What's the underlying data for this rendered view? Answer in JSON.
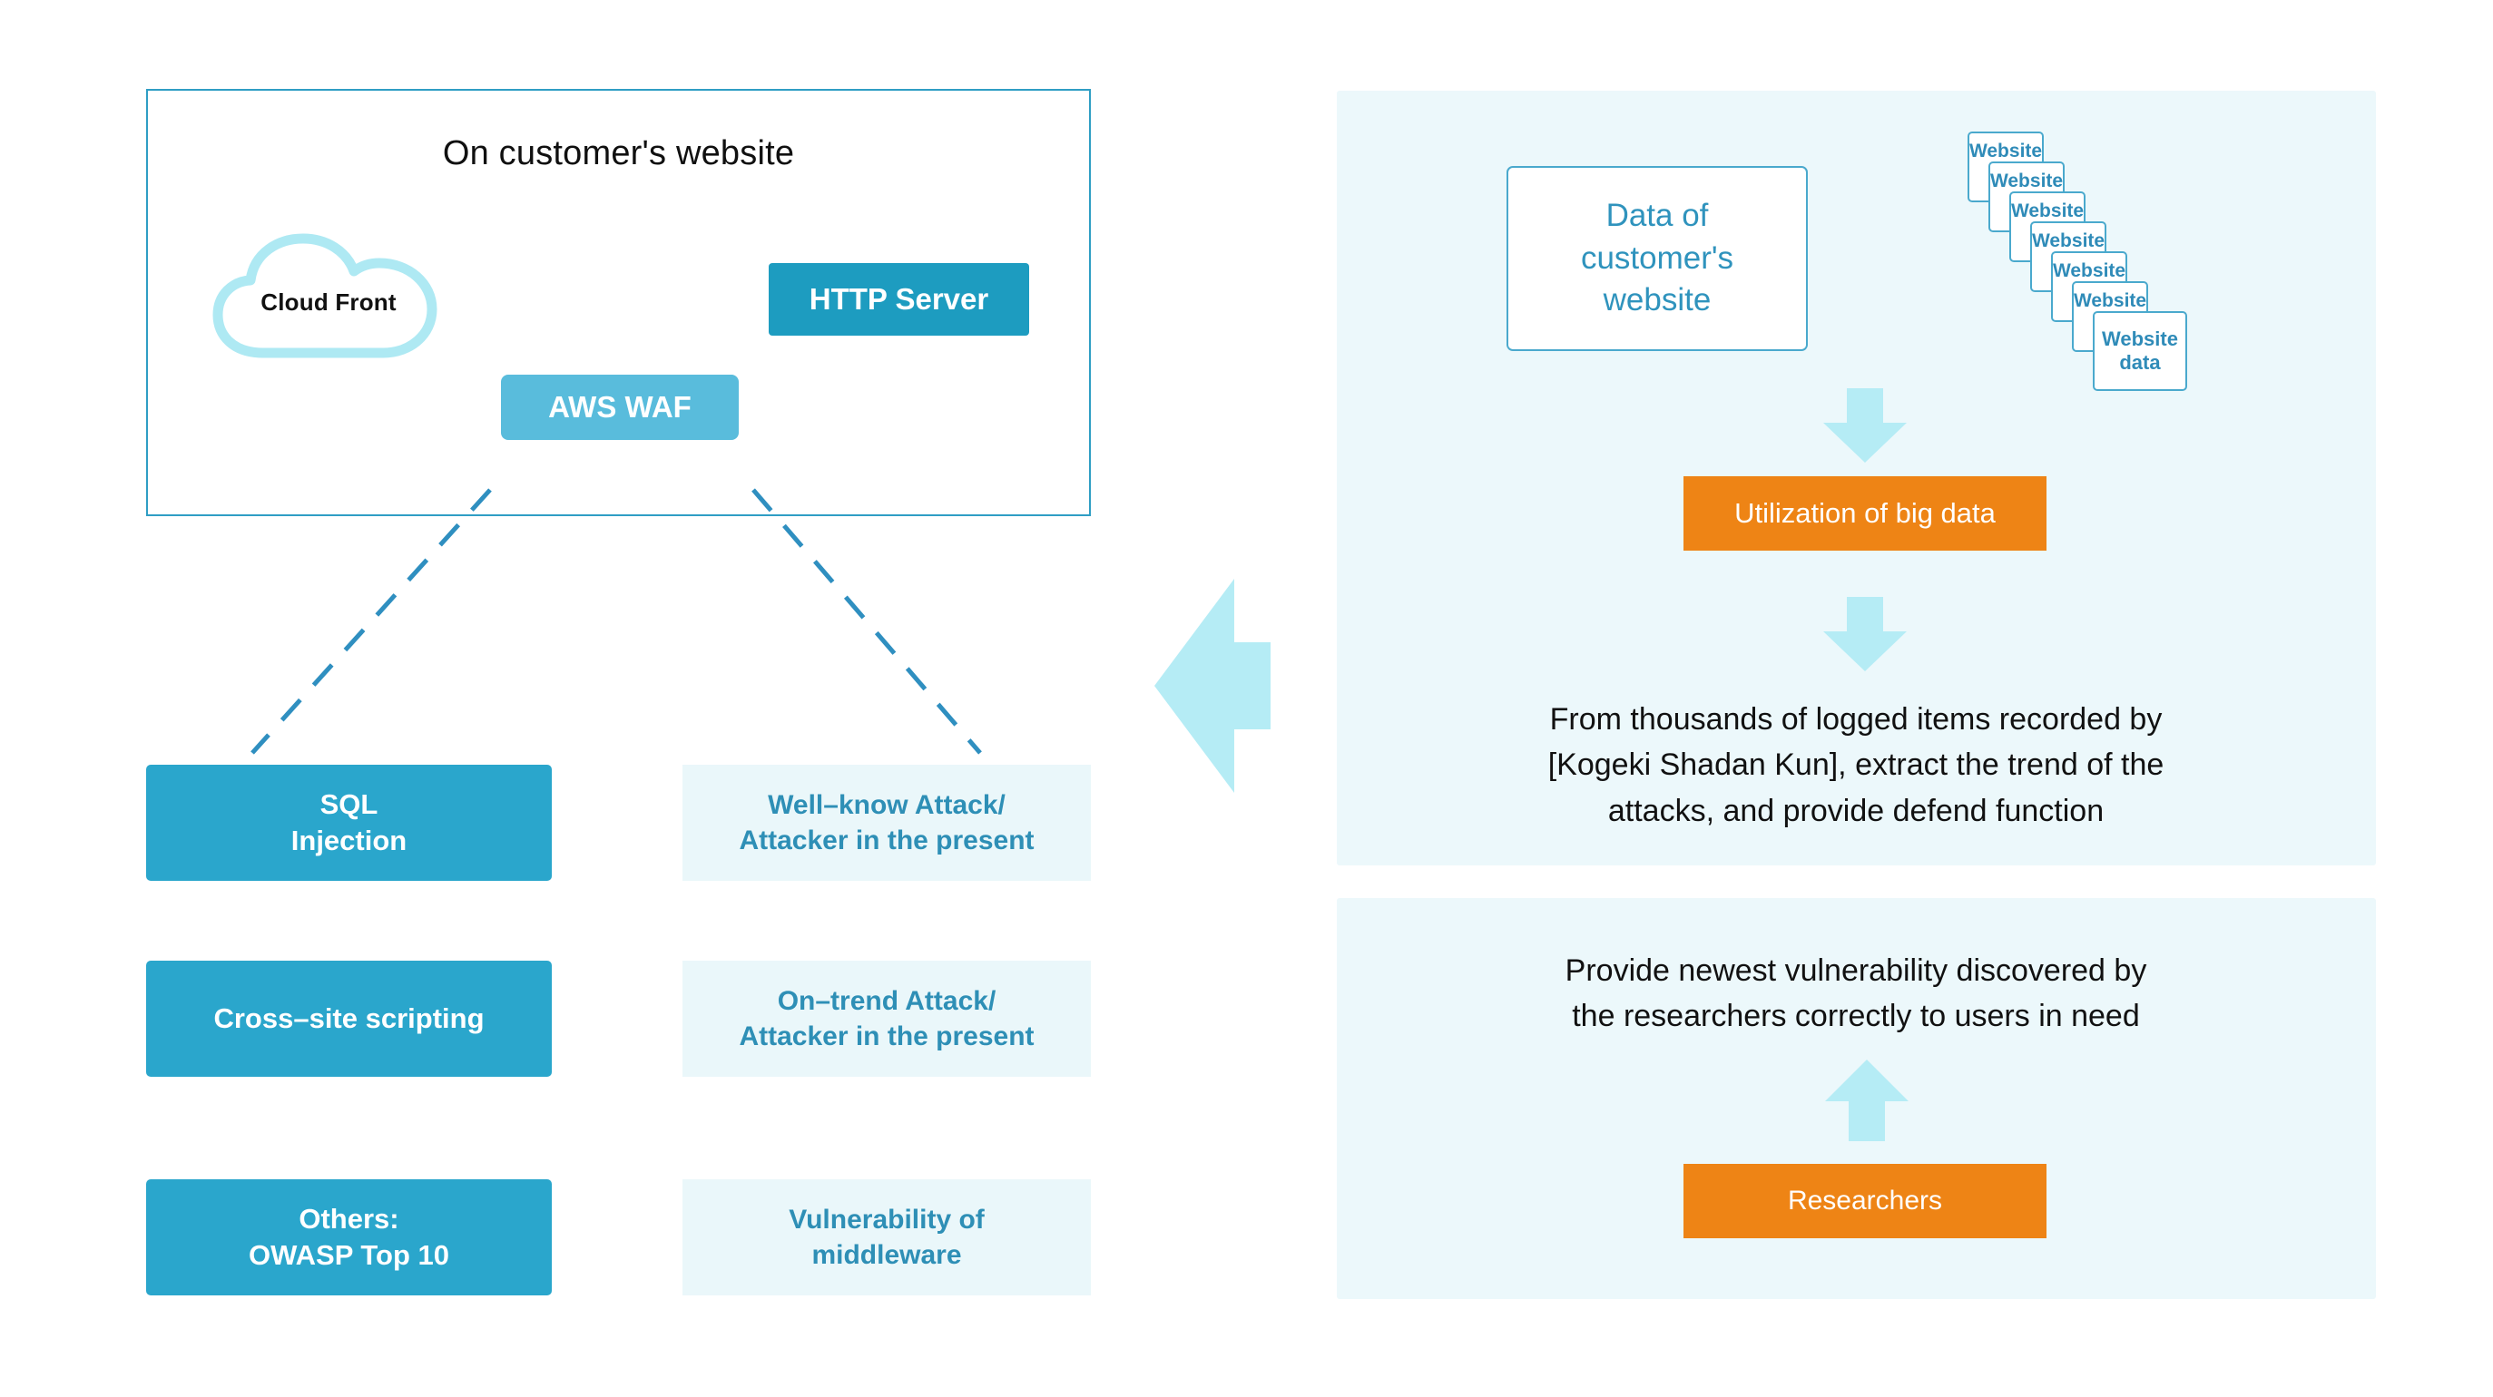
{
  "left_panel": {
    "title": "On customer's website",
    "cloud_label": "Cloud Front",
    "http_server_label": "HTTP Server",
    "aws_waf_label": "AWS WAF",
    "attacks": [
      {
        "solid": "SQL\nInjection",
        "solid_line1": "SQL",
        "solid_line2": "Injection",
        "pale_line1": "Well–know Attack/",
        "pale_line2": "Attacker in the present"
      },
      {
        "solid_line1": "Cross–site scripting",
        "solid_line2": "",
        "pale_line1": "On–trend Attack/",
        "pale_line2": "Attacker in the present"
      },
      {
        "solid_line1": "Others:",
        "solid_line2": "OWASP Top 10",
        "pale_line1": "Vulnerability of",
        "pale_line2": "middleware"
      }
    ]
  },
  "flow_arrow": {
    "direction_icon": "arrow-left-icon"
  },
  "right_panel": {
    "data_box": {
      "line1": "Data of",
      "line2": "customer's",
      "line3": "website"
    },
    "website_stack": {
      "cards": [
        "Website",
        "Website",
        "Website",
        "Website",
        "Website",
        "Website"
      ],
      "last_card_line1": "Website",
      "last_card_line2": "data"
    },
    "big_data_label": "Utilization of big data",
    "extract_paragraph": {
      "line1": "From thousands of logged items recorded by",
      "line2": "[Kogeki Shadan Kun], extract the trend of the",
      "line3": "attacks, and provide defend function"
    },
    "provide_paragraph": {
      "line1": "Provide newest vulnerability discovered by",
      "line2": "the researchers correctly to users in need"
    },
    "researchers_label": "Researchers",
    "arrow_down_1": "arrow-down-icon",
    "arrow_down_2": "arrow-down-icon",
    "arrow_up": "arrow-up-icon"
  },
  "colors": {
    "teal_dark": "#1d9cc0",
    "teal": "#2aa6cc",
    "teal_light": "#59bcdc",
    "teal_text": "#2e8fb6",
    "pale_cyan": "#ecf8fb",
    "pale_box": "#eaf7fa",
    "orange": "#ee8415",
    "arrow_cyan": "#b5ecf5",
    "cloud_stroke": "#aee9f3",
    "border_blue": "#4aa9cd"
  }
}
